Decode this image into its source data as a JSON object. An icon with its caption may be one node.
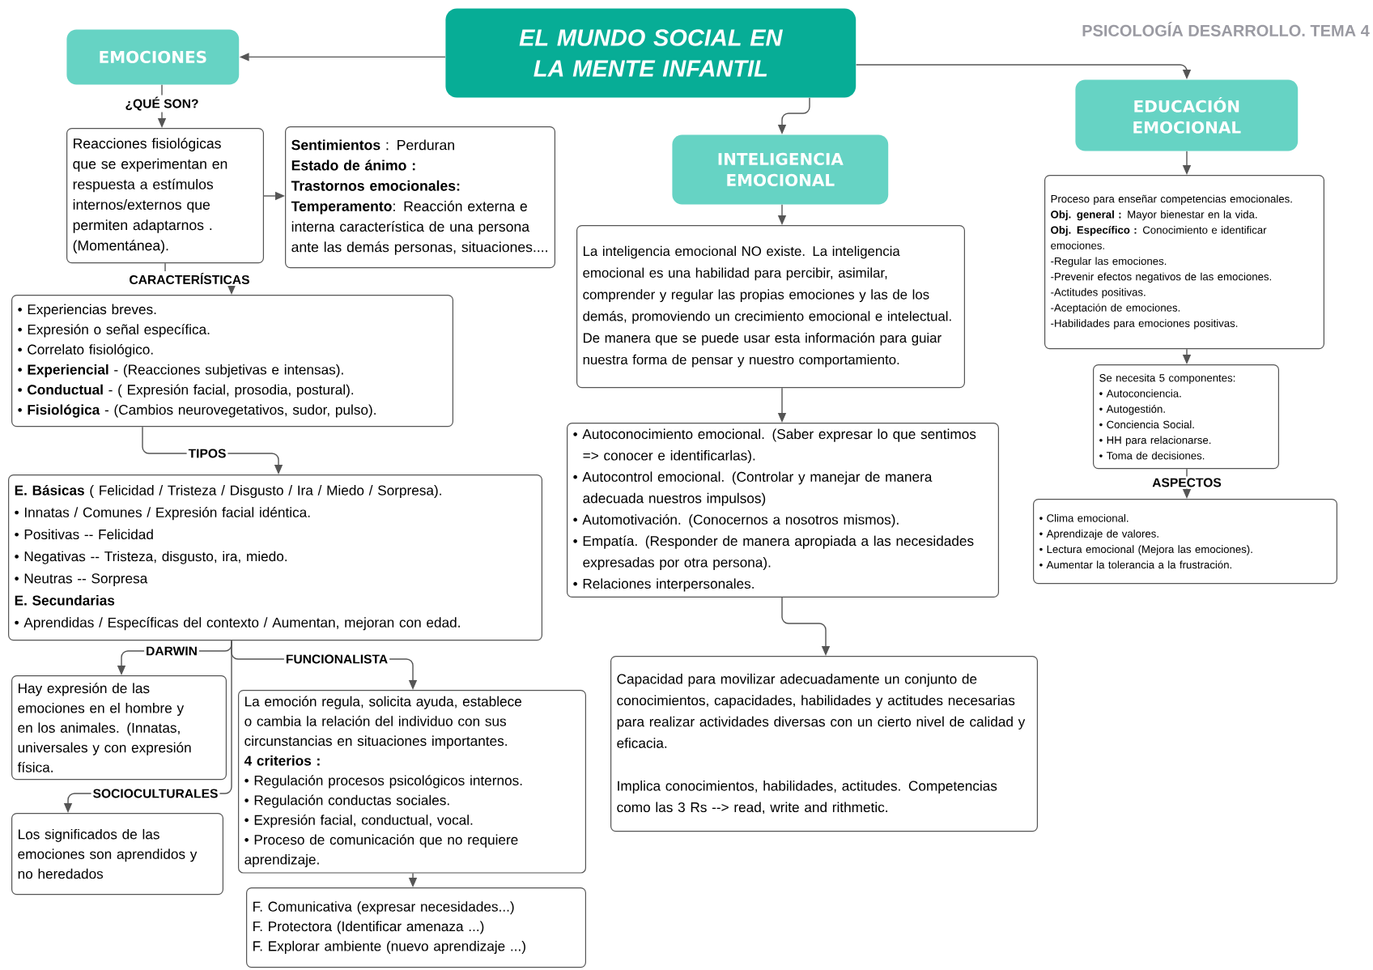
{
  "diagram": {
    "nodes": [
      {
        "text": [
          "EL MUNDO SOCIAL EN LA MENTE INFANTIL"
        ]
      },
      {
        "text": [
          "EMOCIONES"
        ]
      },
      {
        "text": [
          "Reacciones fisiológicas que se experimentan en respuesta a estímulos internos/externos que permiten adaptarnos . (Momentánea)."
        ]
      },
      {
        "text": [
          "**Sentimientos** :  Perduran",
          "Estado de ánimo :",
          "Trastornos emocionales:",
          "**Temperamento**: Reacción externa e interna característica de una persona ante las demás personas, situaciones...."
        ]
      },
      {
        "text": [
          "• Experiencias breves.",
          "• Expresión o señal específica.",
          "• Correlato fisiológico.",
          "• **Experiencial** - (Reacciones subjetivas e intensas).",
          "• **Conductual** - ( Expresión facial, prosodia, postural).",
          "• **Fisiológica** - (Cambios neurovegetativos, sudor, pulso)."
        ]
      },
      {
        "text": [
          "**E. Básicas**  ( Felicidad / Tristeza / Disgusto / Ira / Miedo / Sorpresa).",
          "• Innatas / Comunes / Expresión facial idéntica.",
          "• Positivas -- Felicidad",
          "• Negativas -- Tristeza, disgusto, ira, miedo.",
          "• Neutras -- Sorpresa",
          "E. Secundarias",
          "• Aprendidas / Específicas del contexto / Aumentan, mejoran con edad."
        ]
      },
      {
        "text": [
          "Hay expresión de las emociones en el hombre y en los animales. (Innatas, universales y con expresión física."
        ]
      },
      {
        "text": [
          "Los significados de las emociones son aprendidos y no heredados"
        ]
      },
      {
        "text": [
          "La emoción regula, solicita ayuda, establece o cambia la relación del individuo con sus circunstancias en situaciones importantes.",
          "4 criterios :",
          "• Regulación procesos psicológicos internos.",
          "• Regulación conductas sociales.",
          "• Expresión facial, conductual, vocal.",
          "• Proceso de comunicación que no requiere aprendizaje."
        ]
      },
      {
        "text": [
          "F. Comunicativa (expresar necesidades...)",
          "F. Protectora (Identificar amenaza ...)",
          "F. Explorar ambiente (nuevo aprendizaje ...)"
        ]
      },
      {
        "text": [
          "INTELIGENCIA EMOCIONAL"
        ]
      },
      {
        "text": [
          "La inteligencia emocional NO existe. La inteligencia emocional es una habilidad para percibir, asimilar, comprender y regular las propias emociones y las de los demás, promoviendo un crecimiento emocional e intelectual. De manera que se puede usar esta información para guiar nuestra forma de pensar y nuestro comportamiento."
        ]
      },
      {
        "text": [
          "• Autoconocimiento emocional. (Saber expresar lo que sentimos => conocer e identificarlas).",
          "• Autocontrol emocional. (Controlar y manejar de manera adecuada nuestros impulsos)",
          "• Automotivación. (Conocernos a nosotros mismos).",
          "• Empatía. (Responder de manera apropiada a las necesidades expresadas por otra persona).",
          "• Relaciones interpersonales."
        ]
      },
      {
        "text": [
          "Capacidad para movilizar adecuadamente un conjunto de conocimientos, capacidades, habilidades y actitudes necesarias para realizar actividades diversas con un cierto nivel de calidad y eficacia.",
          "Implica  conocimientos, habilidades, actitudes. Competencias como las 3 Rs --> read, write and rithmetic."
        ]
      },
      {
        "text": [
          "EDUCACIÓN EMOCIONAL"
        ]
      },
      {
        "text": [
          "Proceso para enseñar competencias emocionales.",
          "**Obj. general :** Mayor bienestar en la vida.",
          "**Obj. Específico :** Conocimiento e identificar emociones.",
          "-Regular las emociones.",
          "-Prevenir efectos negativos de las emociones.",
          "-Actitudes positivas.",
          "-Aceptación de emociones.",
          "-Habilidades para emociones positivas."
        ]
      },
      {
        "text": [
          "Se necesita 5 componentes:",
          "• Autoconciencia.",
          "• Autogestión.",
          "• Conciencia Social.",
          "• HH para relacionarse.",
          "• Toma de decisiones."
        ]
      },
      {
        "text": [
          "• Clima emocional.",
          "• Aprendizaje de valores.",
          "• Lectura emocional (Mejora las emociones).",
          "• Aumentar la tolerancia a la frustración."
        ]
      }
    ],
    "edges": [
      {
        "from": 0,
        "to": 1,
        "arrow": "to"
      },
      {
        "from": 0,
        "to": 10,
        "arrow": "to"
      },
      {
        "from": 0,
        "to": 14,
        "arrow": "to"
      },
      {
        "from": 1,
        "to": 2,
        "arrow": "to",
        "label": "¿QUÉ SON?"
      },
      {
        "from": 2,
        "to": 3,
        "arrow": "to"
      },
      {
        "from": 2,
        "to": 4,
        "arrow": "to",
        "label": "CARACTERÍSTICAS"
      },
      {
        "from": 4,
        "to": 5,
        "arrow": "to",
        "label": "TIPOS"
      },
      {
        "from": 5,
        "to": 6,
        "arrow": "to",
        "label": "DARWIN"
      },
      {
        "from": 5,
        "to": 7,
        "arrow": "to",
        "label": "SOCIOCULTURALES"
      },
      {
        "from": 5,
        "to": 8,
        "arrow": "to",
        "label": "FUNCIONALISTA"
      },
      {
        "from": 8,
        "to": 9,
        "arrow": "to"
      },
      {
        "from": 10,
        "to": 11,
        "arrow": "to"
      },
      {
        "from": 11,
        "to": 12,
        "arrow": "to"
      },
      {
        "from": 12,
        "to": 13,
        "arrow": "to"
      },
      {
        "from": 14,
        "to": 15,
        "arrow": "to"
      },
      {
        "from": 15,
        "to": 16,
        "arrow": "to"
      },
      {
        "from": 16,
        "to": 17,
        "arrow": "to",
        "label": "ASPECTOS"
      }
    ],
    "labels": [
      "PSICOLOGÍA DESARROLLO. TEMA 4"
    ]
  }
}
